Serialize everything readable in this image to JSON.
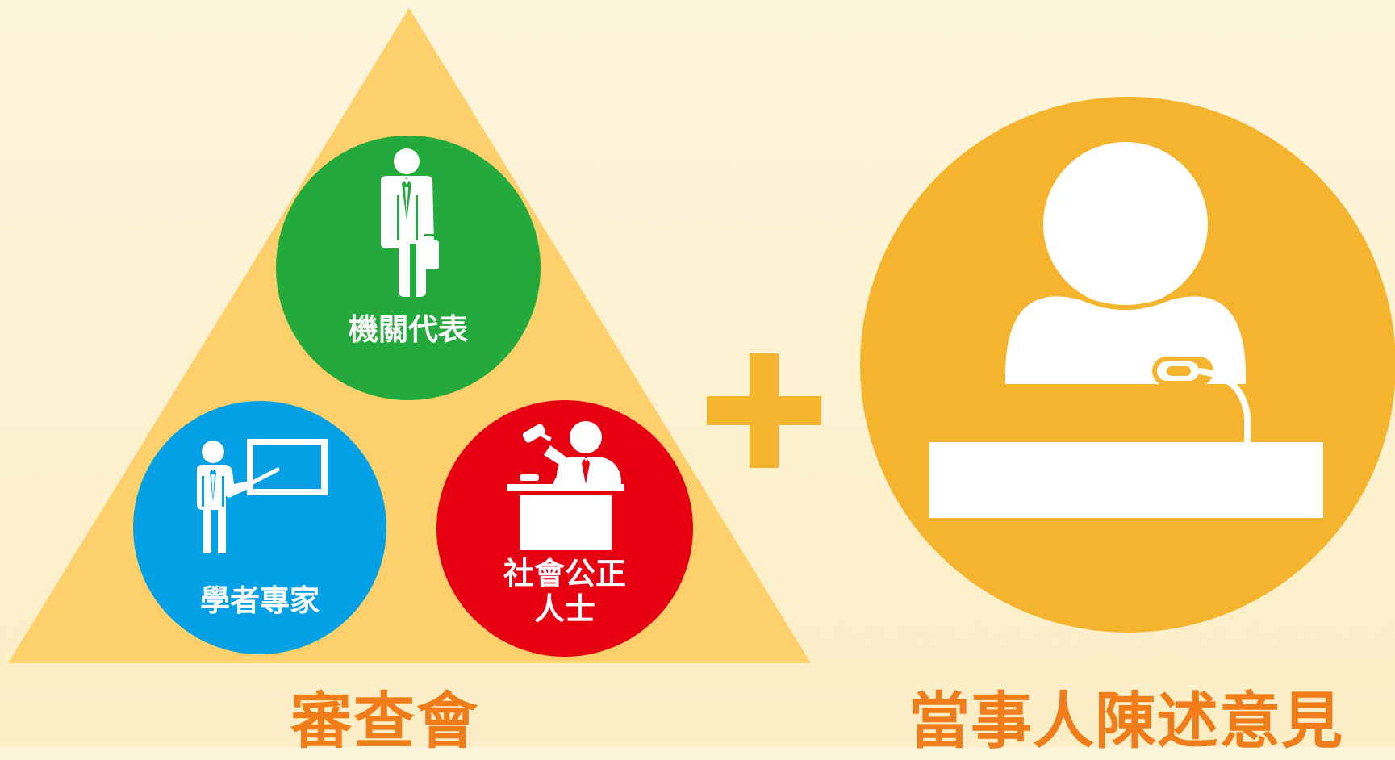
{
  "committee": {
    "title": "審查會",
    "members": [
      {
        "label": "機關代表",
        "icon": "businessman-briefcase-icon",
        "color": "#24aa3c"
      },
      {
        "label": "學者專家",
        "icon": "teacher-blackboard-icon",
        "color": "#03a0e6"
      },
      {
        "label": "社會公正\n人士",
        "icon": "judge-gavel-icon",
        "color": "#e60012"
      }
    ],
    "triangle_color": "#fdd06c"
  },
  "plus_sign": {
    "icon": "plus-icon",
    "color": "#f5b42d"
  },
  "party": {
    "title": "當事人陳述意見",
    "icon": "speaker-podium-icon",
    "color": "#f5b42d"
  },
  "title_color": "#f07d1a"
}
